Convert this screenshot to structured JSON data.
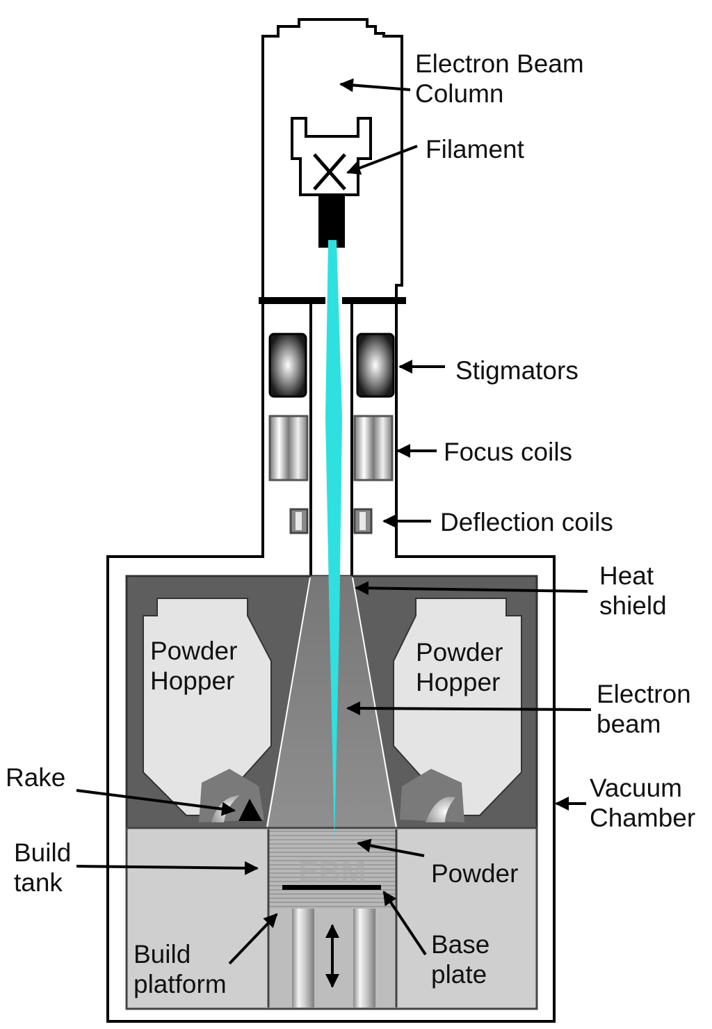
{
  "labels": {
    "electron_beam_column": [
      "Electron Beam",
      "Column"
    ],
    "filament": "Filament",
    "stigmators": "Stigmators",
    "focus_coils": "Focus coils",
    "deflection_coils": "Deflection coils",
    "heat_shield": [
      "Heat",
      "shield"
    ],
    "electron_beam": [
      "Electron",
      "beam"
    ],
    "vacuum_chamber": [
      "Vacuum",
      "Chamber"
    ],
    "rake": "Rake",
    "build_tank": [
      "Build",
      "tank"
    ],
    "powder": "Powder",
    "build_platform": [
      "Build",
      "platform"
    ],
    "base_plate": [
      "Base",
      "plate"
    ],
    "powder_hopper_left": [
      "Powder",
      "Hopper"
    ],
    "powder_hopper_right": [
      "Powder",
      "Hopper"
    ],
    "ebm_mark": "EBM"
  },
  "colors": {
    "beam": "#2fe0e0",
    "chamber_dark": "#5e5e5e",
    "hopper": "#e4e4e4",
    "build_area": "#cfcfcf",
    "powder_bed": "#b5b5b5",
    "cone": "#8a8a8a"
  }
}
